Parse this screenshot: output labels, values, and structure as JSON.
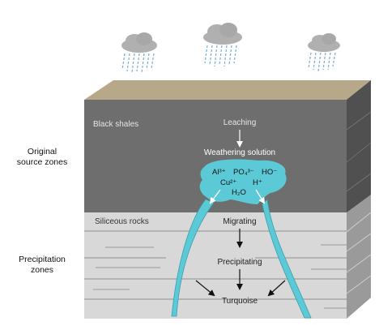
{
  "side_labels": {
    "source_line1": "Original",
    "source_line2": "source zones",
    "precip_line1": "Precipitation",
    "precip_line2": "zones"
  },
  "layers": {
    "top": "Black shales",
    "bottom": "Siliceous rocks"
  },
  "process": {
    "leaching": "Leaching",
    "weathering": "Weathering solution",
    "migrating": "Migrating",
    "precipitating": "Precipitating",
    "turquoise": "Turquoise"
  },
  "ions": {
    "al": "Al³⁺",
    "po4": "PO₄³⁻",
    "ho": "HO⁻",
    "cu": "Cu²⁺",
    "h": "H⁺",
    "h2o": "H₂O"
  },
  "colors": {
    "shale": "#6e6e6e",
    "siliceous": "#d8d8d8",
    "soil": "#b8a88a",
    "solution": "#5ccad6",
    "cloud": "#b0b0b0",
    "rain": "#7aa9d6"
  }
}
